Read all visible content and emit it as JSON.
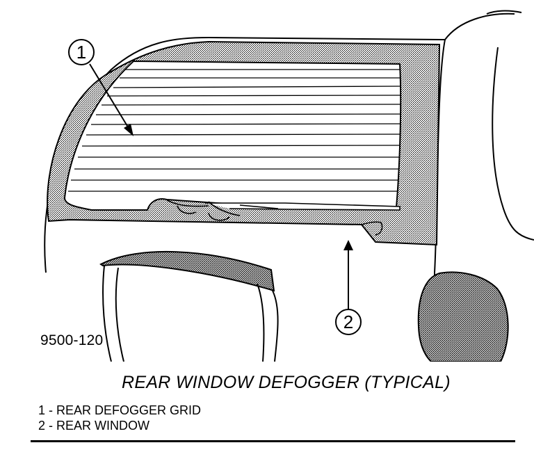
{
  "figure": {
    "number": "9500-120",
    "caption": "REAR WINDOW DEFOGGER (TYPICAL)"
  },
  "callouts": [
    {
      "id": "1",
      "label": "1"
    },
    {
      "id": "2",
      "label": "2"
    }
  ],
  "legend": [
    "1 - REAR DEFOGGER GRID",
    "2 - REAR WINDOW"
  ]
}
